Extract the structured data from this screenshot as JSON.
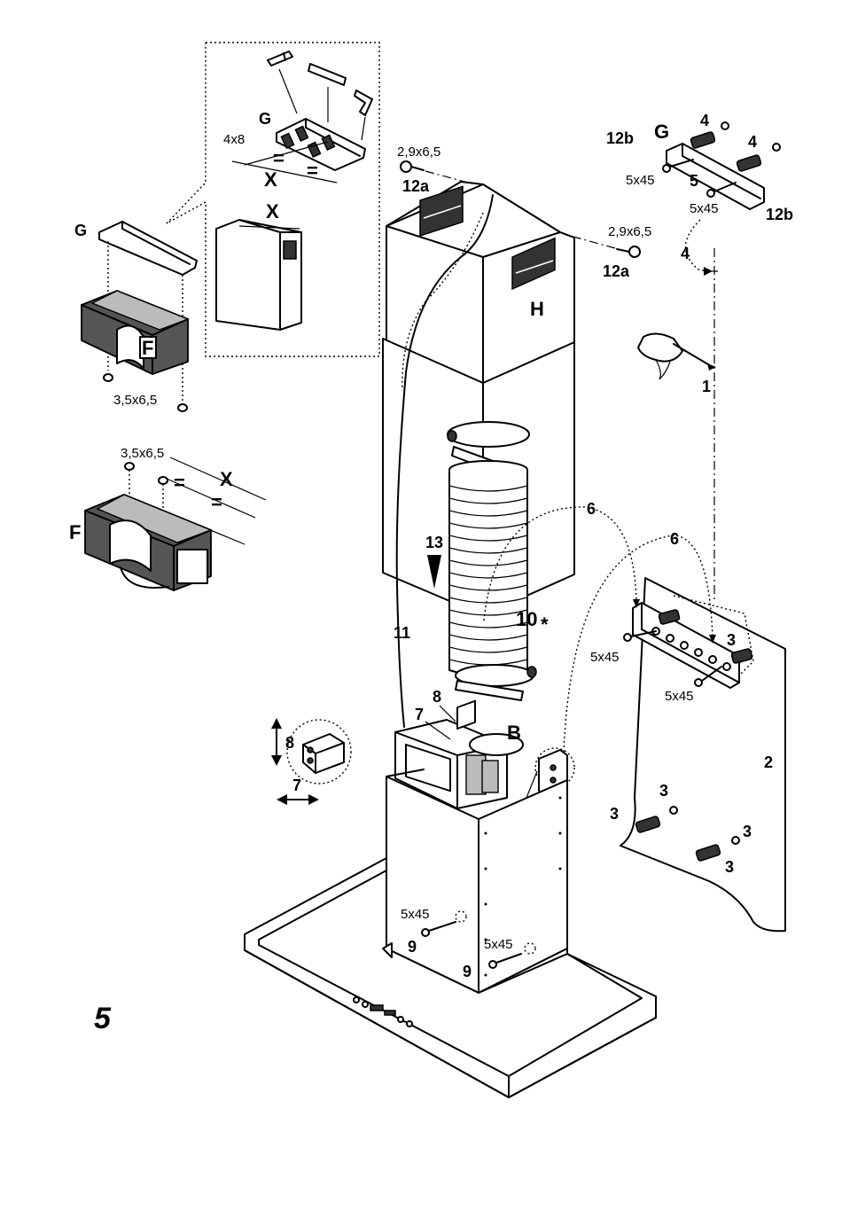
{
  "figure_number": "5",
  "labels": {
    "G": "G",
    "F": "F",
    "X": "X",
    "H": "H",
    "B": "B",
    "eq": "=",
    "screw_4x8": "4x8",
    "screw_3_5x6_5": "3,5x6,5",
    "screw_2_9x6_5": "2,9x6,5",
    "screw_5x45": "5x45",
    "n1": "1",
    "n2": "2",
    "n3": "3",
    "n4": "4",
    "n5": "5",
    "n6": "6",
    "n7": "7",
    "n8": "8",
    "n9": "9",
    "n10": "10",
    "asterisk": "*",
    "n11": "11",
    "n12a": "12a",
    "n12b": "12b",
    "n13": "13"
  }
}
